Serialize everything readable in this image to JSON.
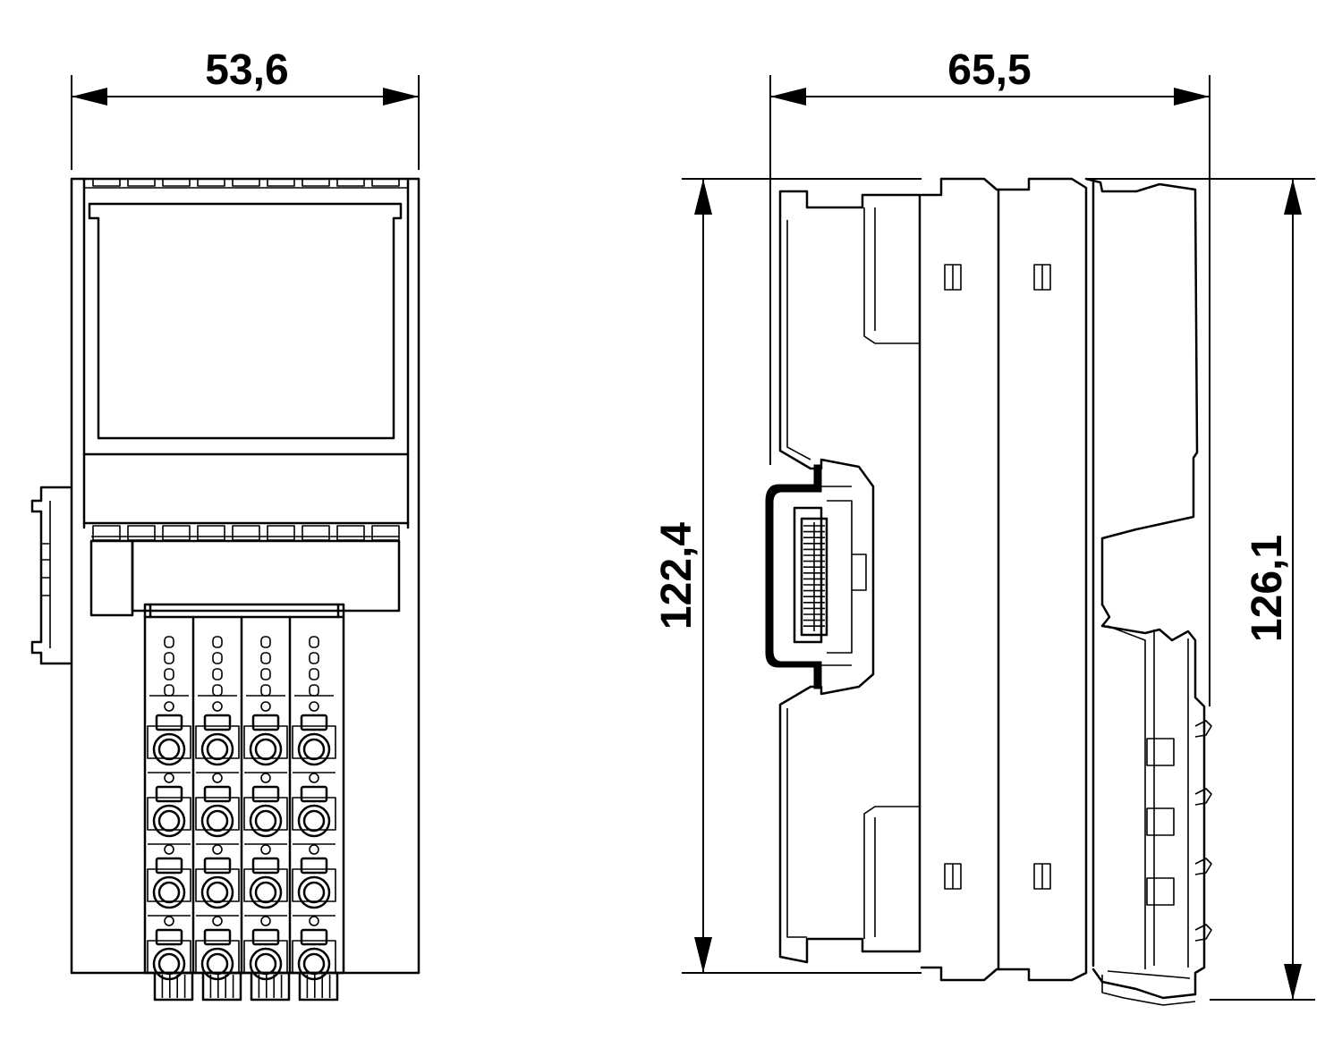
{
  "front_view": {
    "width_label": "53,6",
    "terminal_columns": 4,
    "terminal_rows": 4
  },
  "side_view": {
    "depth_label": "65,5",
    "height_label_left": "122,4",
    "height_label_right": "126,1"
  }
}
